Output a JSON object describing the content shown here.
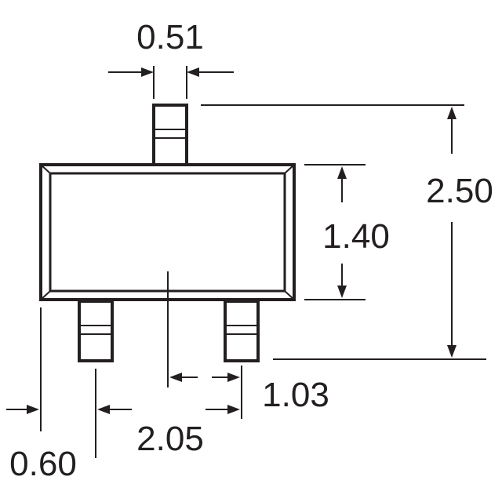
{
  "dimensions": {
    "lead_width": "0.51",
    "overall_height": "2.50",
    "body_height": "1.40",
    "half_pitch": "1.03",
    "pitch": "2.05",
    "edge_offset": "0.60"
  },
  "colors": {
    "stroke": "#231f20",
    "background": "#ffffff"
  }
}
